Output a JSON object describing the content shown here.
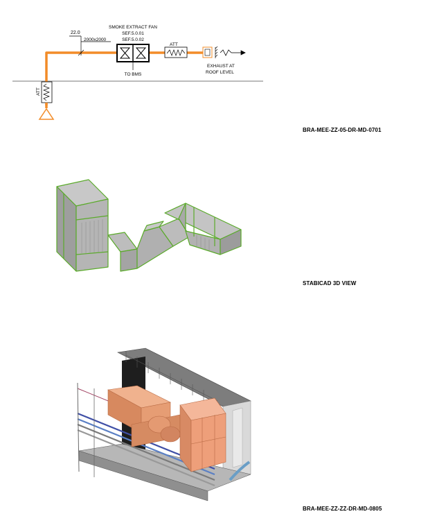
{
  "schematic": {
    "level": "22.0",
    "duct_size": "2000x2000",
    "fan_title": "SMOKE EXTRACT FAN",
    "fan_ref_1": "SEF.5.0.01",
    "fan_ref_2": "SEF.5.0.02",
    "bms_label": "TO BMS",
    "att_label_top": "ATT",
    "att_label_left": "ATT",
    "exhaust_line_1": "EXHAUST AT",
    "exhaust_line_2": "ROOF LEVEL",
    "duct_color": "#f28c28"
  },
  "captions": {
    "drawing_1": "BRA-MEE-ZZ-05-DR-MD-0701",
    "view_3d": "STABICAD 3D VIEW",
    "drawing_2": "BRA-MEE-ZZ-ZZ-DR-MD-0805"
  },
  "colors": {
    "model_edge": "#5aaa2a",
    "duct_grey": "#a9a9a9",
    "insulation": "#e49a72"
  }
}
